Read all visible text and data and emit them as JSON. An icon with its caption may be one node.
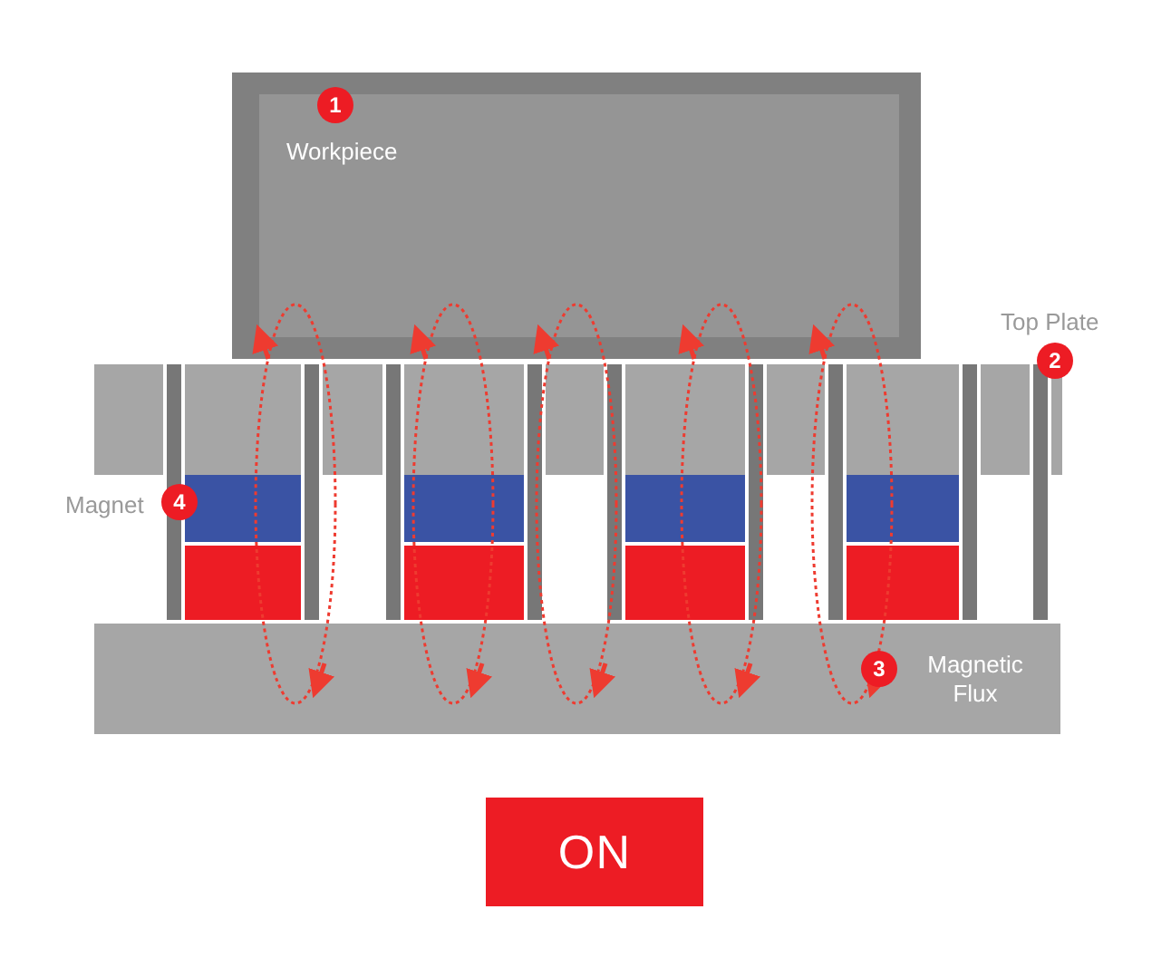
{
  "diagram": {
    "nodes": [
      {
        "text": [
          "1",
          "Workpiece"
        ]
      },
      {
        "text": [
          "ON"
        ]
      }
    ],
    "labels": [
      "Top Plate",
      "2",
      "Magnet",
      "4",
      "3",
      "Magnetic Flux"
    ]
  }
}
